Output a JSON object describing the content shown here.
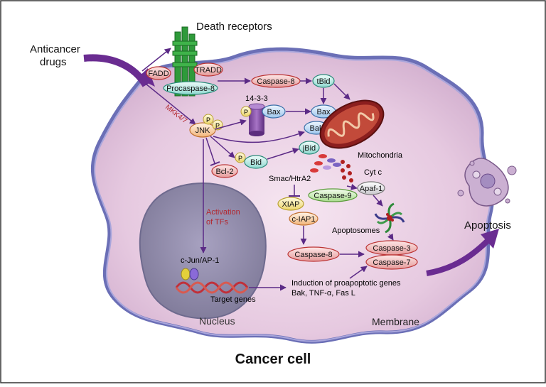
{
  "labels": {
    "death_receptors": "Death receptors",
    "anticancer_drugs_1": "Anticancer",
    "anticancer_drugs_2": "drugs",
    "fadd": "FADD",
    "tradd": "TRADD",
    "procaspase8": "Procaspase-8",
    "caspase8_top": "Caspase-8",
    "tbid": "tBid",
    "mkk47": "MKK4/7",
    "p": "P",
    "jnk": "JNK",
    "p1433": "14-3-3",
    "bax_small": "Bax",
    "bax": "Bax",
    "bak": "Bak",
    "bid": "Bid",
    "jbid": "jBid",
    "bcl2": "Bcl-2",
    "mitochondria": "Mitochondria",
    "cytc": "Cyt c",
    "smac": "Smac/HtrA2",
    "xiap": "XIAP",
    "ciap1": "c-IAP1",
    "caspase9": "Caspase-9",
    "apaf1": "Apaf-1",
    "apoptosomes": "Apoptosomes",
    "activation_1": "Activation",
    "activation_2": "of TFs",
    "cjun": "c-Jun/AP-1",
    "target_genes": "Target genes",
    "caspase8_bottom": "Caspase-8",
    "caspase3": "Caspase-3",
    "caspase7": "Caspase-7",
    "induction_1": "Induction of proapoptotic genes",
    "induction_2": "Bak, TNF-α, Fas L",
    "nucleus": "Nucleus",
    "membrane": "Membrane",
    "apoptosis": "Apoptosis",
    "cancer_cell": "Cancer cell"
  },
  "colors": {
    "arrow": "#5b2a86",
    "big_arrow": "#6a2c91",
    "mkk_text": "#b3262e",
    "activation_text": "#b3262e",
    "cell_fill": "#e8cfe4",
    "cell_stroke": "#6b6fb6",
    "nucleus_fill": "#8f8aa6",
    "mito": "#8b1e1e"
  }
}
